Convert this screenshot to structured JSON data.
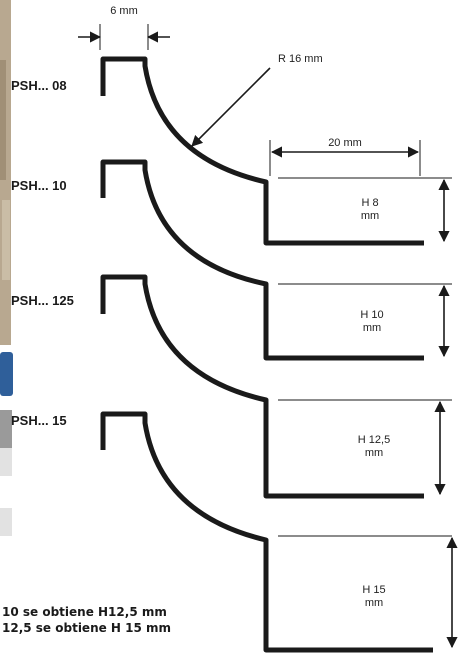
{
  "profiles": [
    {
      "code": "PSH... 08",
      "height": "H 8",
      "unit": "mm"
    },
    {
      "code": "PSH... 10",
      "height": "H 10",
      "unit": "mm"
    },
    {
      "code": "PSH... 125",
      "height": "H 12,5",
      "unit": "mm"
    },
    {
      "code": "PSH... 15",
      "height": "H 15",
      "unit": "mm"
    }
  ],
  "dimensions": {
    "lip_width": "6 mm",
    "radius": "R 16 mm",
    "base_width": "20 mm"
  },
  "notes": [
    "10 se obtiene H12,5 mm",
    "12,5 se obtiene H 15 mm"
  ],
  "left_strip": {
    "photo_colors": [
      "#b8a890",
      "#8c7a60",
      "#d6cbb6",
      "#6e6452"
    ],
    "badge_color": "#2f5f9a",
    "gray_block_color": "#9a9a9a",
    "light_block_color": "#e2e2e2"
  }
}
